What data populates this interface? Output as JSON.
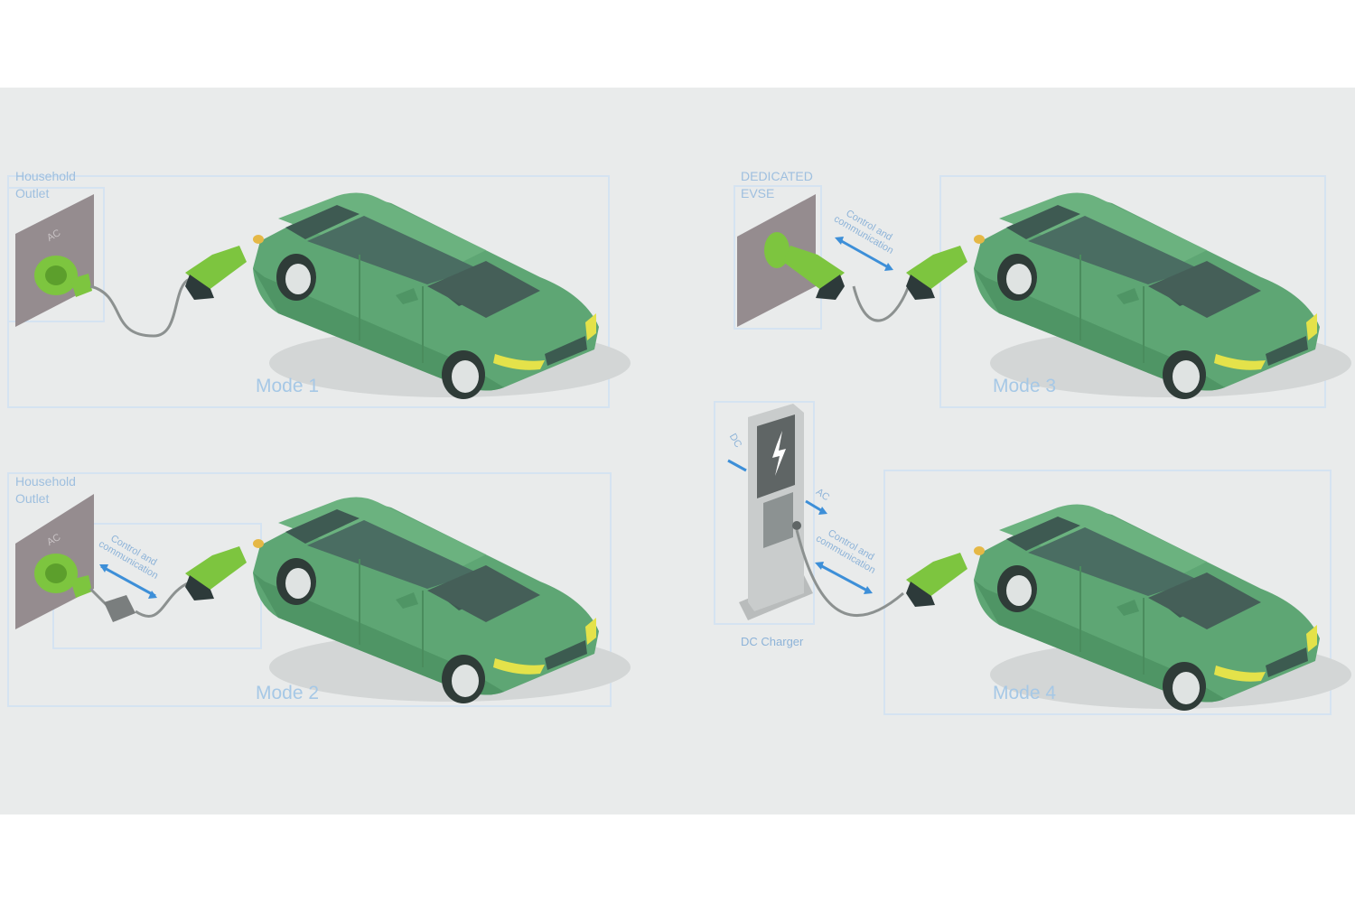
{
  "colors": {
    "background": "#e9ebeb",
    "car_body": "#5ea674",
    "plug_green": "#7dc53f",
    "arrow_blue": "#3d8fd8",
    "label_blue": "#9ebfdf"
  },
  "panels": [
    {
      "id": "mode1",
      "source_label": "Household\nOutlet",
      "outlet_label": "AC",
      "mode_label": "Mode 1"
    },
    {
      "id": "mode2",
      "source_label": "Household\nOutlet",
      "outlet_label": "AC",
      "control_label": "Control and\ncommunication",
      "mode_label": "Mode 2"
    },
    {
      "id": "mode3",
      "source_label": "DEDICATED\nEVSE",
      "control_label": "Control and\ncommunication",
      "mode_label": "Mode 3"
    },
    {
      "id": "mode4",
      "dc_label": "DC",
      "ac_label": "AC",
      "control_label": "Control and\ncommunication",
      "charger_label": "DC Charger",
      "mode_label": "Mode 4"
    }
  ]
}
